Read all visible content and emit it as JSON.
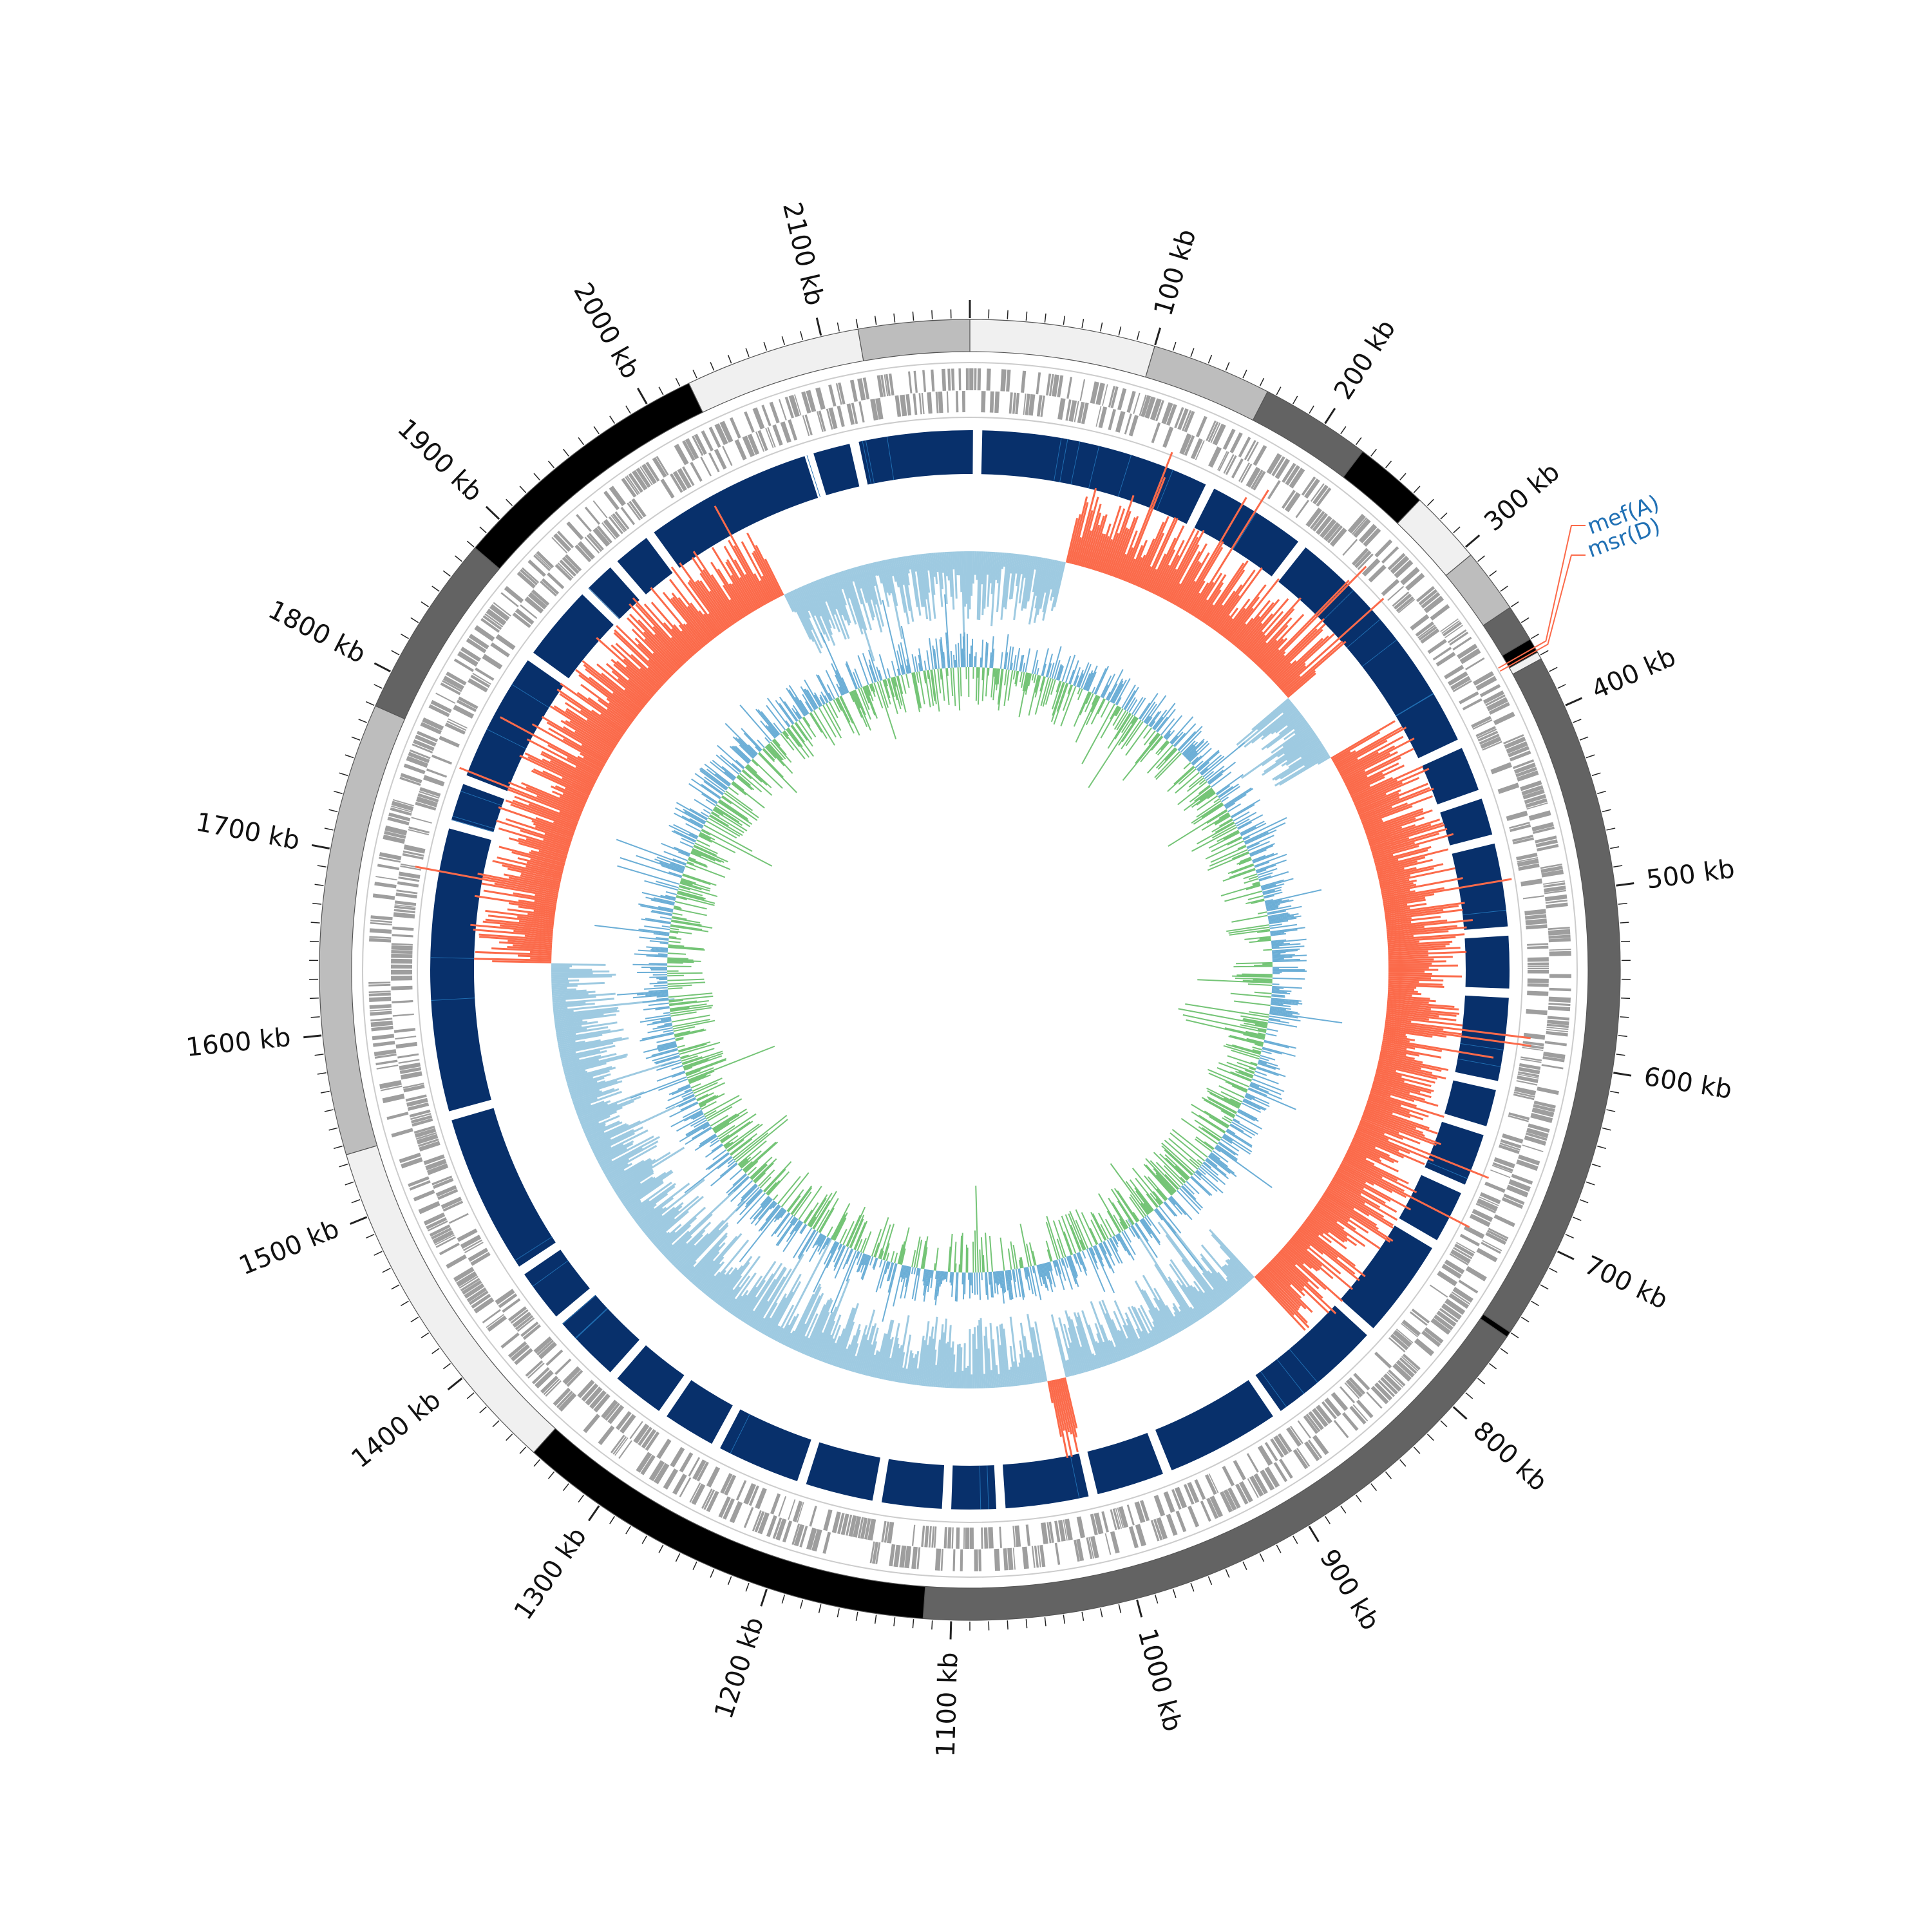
{
  "genome": {
    "length_kb": 2180,
    "tick_labels": [
      "100 kb",
      "200 kb",
      "300 kb",
      "400 kb",
      "500 kb",
      "600 kb",
      "700 kb",
      "800 kb",
      "900 kb",
      "1000 kb",
      "1100 kb",
      "1200 kb",
      "1300 kb",
      "1400 kb",
      "1500 kb",
      "1600 kb",
      "1700 kb",
      "1800 kb",
      "1900 kb",
      "2000 kb",
      "2100 kb"
    ],
    "tick_values_kb": [
      100,
      200,
      300,
      400,
      500,
      600,
      700,
      800,
      900,
      1000,
      1100,
      1200,
      1300,
      1400,
      1500,
      1600,
      1700,
      1800,
      1900,
      2000,
      2100
    ],
    "contigs_kb": [
      {
        "start": 0,
        "end": 100,
        "shade": "#f0f0f0"
      },
      {
        "start": 100,
        "end": 165,
        "shade": "#bdbdbd"
      },
      {
        "start": 165,
        "end": 225,
        "shade": "#636363"
      },
      {
        "start": 225,
        "end": 265,
        "shade": "#000000"
      },
      {
        "start": 265,
        "end": 305,
        "shade": "#f0f0f0"
      },
      {
        "start": 305,
        "end": 340,
        "shade": "#bdbdbd"
      },
      {
        "start": 340,
        "end": 360,
        "shade": "#636363"
      },
      {
        "start": 360,
        "end": 368,
        "shade": "#000000"
      },
      {
        "start": 368,
        "end": 372,
        "shade": "#f0f0f0"
      },
      {
        "start": 372,
        "end": 750,
        "shade": "#636363"
      },
      {
        "start": 750,
        "end": 753,
        "shade": "#000000"
      },
      {
        "start": 753,
        "end": 1115,
        "shade": "#636363"
      },
      {
        "start": 1115,
        "end": 1345,
        "shade": "#000000"
      },
      {
        "start": 1345,
        "end": 1535,
        "shade": "#f0f0f0"
      },
      {
        "start": 1535,
        "end": 1780,
        "shade": "#bdbdbd"
      },
      {
        "start": 1780,
        "end": 1880,
        "shade": "#636363"
      },
      {
        "start": 1880,
        "end": 2025,
        "shade": "#000000"
      },
      {
        "start": 2025,
        "end": 2120,
        "shade": "#f0f0f0"
      },
      {
        "start": 2120,
        "end": 2180,
        "shade": "#bdbdbd"
      }
    ],
    "gap_markers_kb": [
      5,
      160,
      230,
      395,
      430,
      460,
      520,
      560,
      620,
      650,
      690,
      730,
      800,
      880,
      960,
      1010,
      1070,
      1105,
      1150,
      1200,
      1260,
      1300,
      1340,
      1390,
      1430,
      1540,
      1730,
      1760,
      1850,
      1905,
      1930,
      1960,
      2075,
      2105
    ],
    "genes_of_interest": [
      {
        "name": "mef(A)",
        "position_kb": 365
      },
      {
        "name": "msr(D)",
        "position_kb": 367
      }
    ]
  },
  "colors": {
    "gene_track": "#9e9e9e",
    "identity_track": "#08306b",
    "identity_highlight": "#2171b5",
    "gc_above": "#fb6a4a",
    "gc_below": "#9ecae1",
    "skew_positive": "#6baed6",
    "skew_negative": "#74c476",
    "gene_label": "#2171b5",
    "gene_leader": "#fb6a4a"
  }
}
